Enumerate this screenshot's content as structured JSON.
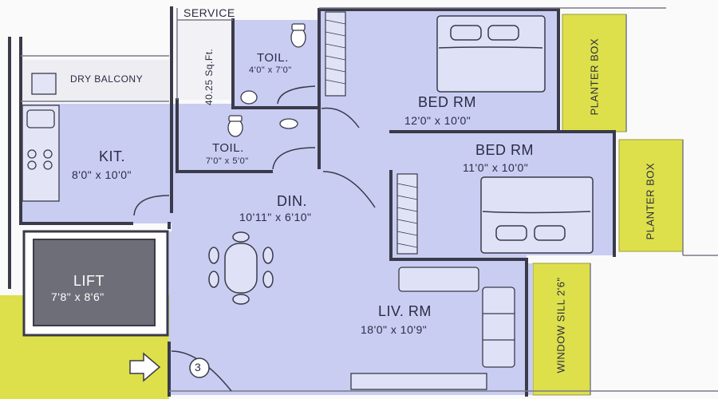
{
  "labels": {
    "service": "SERVICE",
    "service_area": "40.25 Sq.Ft.",
    "dry_balcony": "DRY BALCONY",
    "toilet_1": {
      "name": "TOIL.",
      "size": "4'0\" x 7'0\""
    },
    "toilet_2": {
      "name": "TOIL.",
      "size": "7'0\" x 5'0\""
    },
    "bedroom_1": {
      "name": "BED RM",
      "size": "12'0\" x 10'0\""
    },
    "bedroom_2": {
      "name": "BED RM",
      "size": "11'0\" x 10'0\""
    },
    "kitchen": {
      "name": "KIT.",
      "size": "8'0\" x 10'0\""
    },
    "dining": {
      "name": "DIN.",
      "size": "10'11\" x 6'10\""
    },
    "living": {
      "name": "LIV. RM",
      "size": "18'0\" x 10'9\""
    },
    "lift": {
      "name": "LIFT",
      "size": "7'8\" x 8'6\""
    },
    "planter_1": "PLANTER BOX",
    "planter_2": "PLANTER BOX",
    "window_sill": "WINDOW SILL 2'6\"",
    "unit_number": "3"
  },
  "colors": {
    "room_fill": "#c9cdf2",
    "planter_fill": "#dde04a",
    "lift_fill": "#6e6e78",
    "wall": "#3a3a4a",
    "outside": "#fafafa"
  }
}
